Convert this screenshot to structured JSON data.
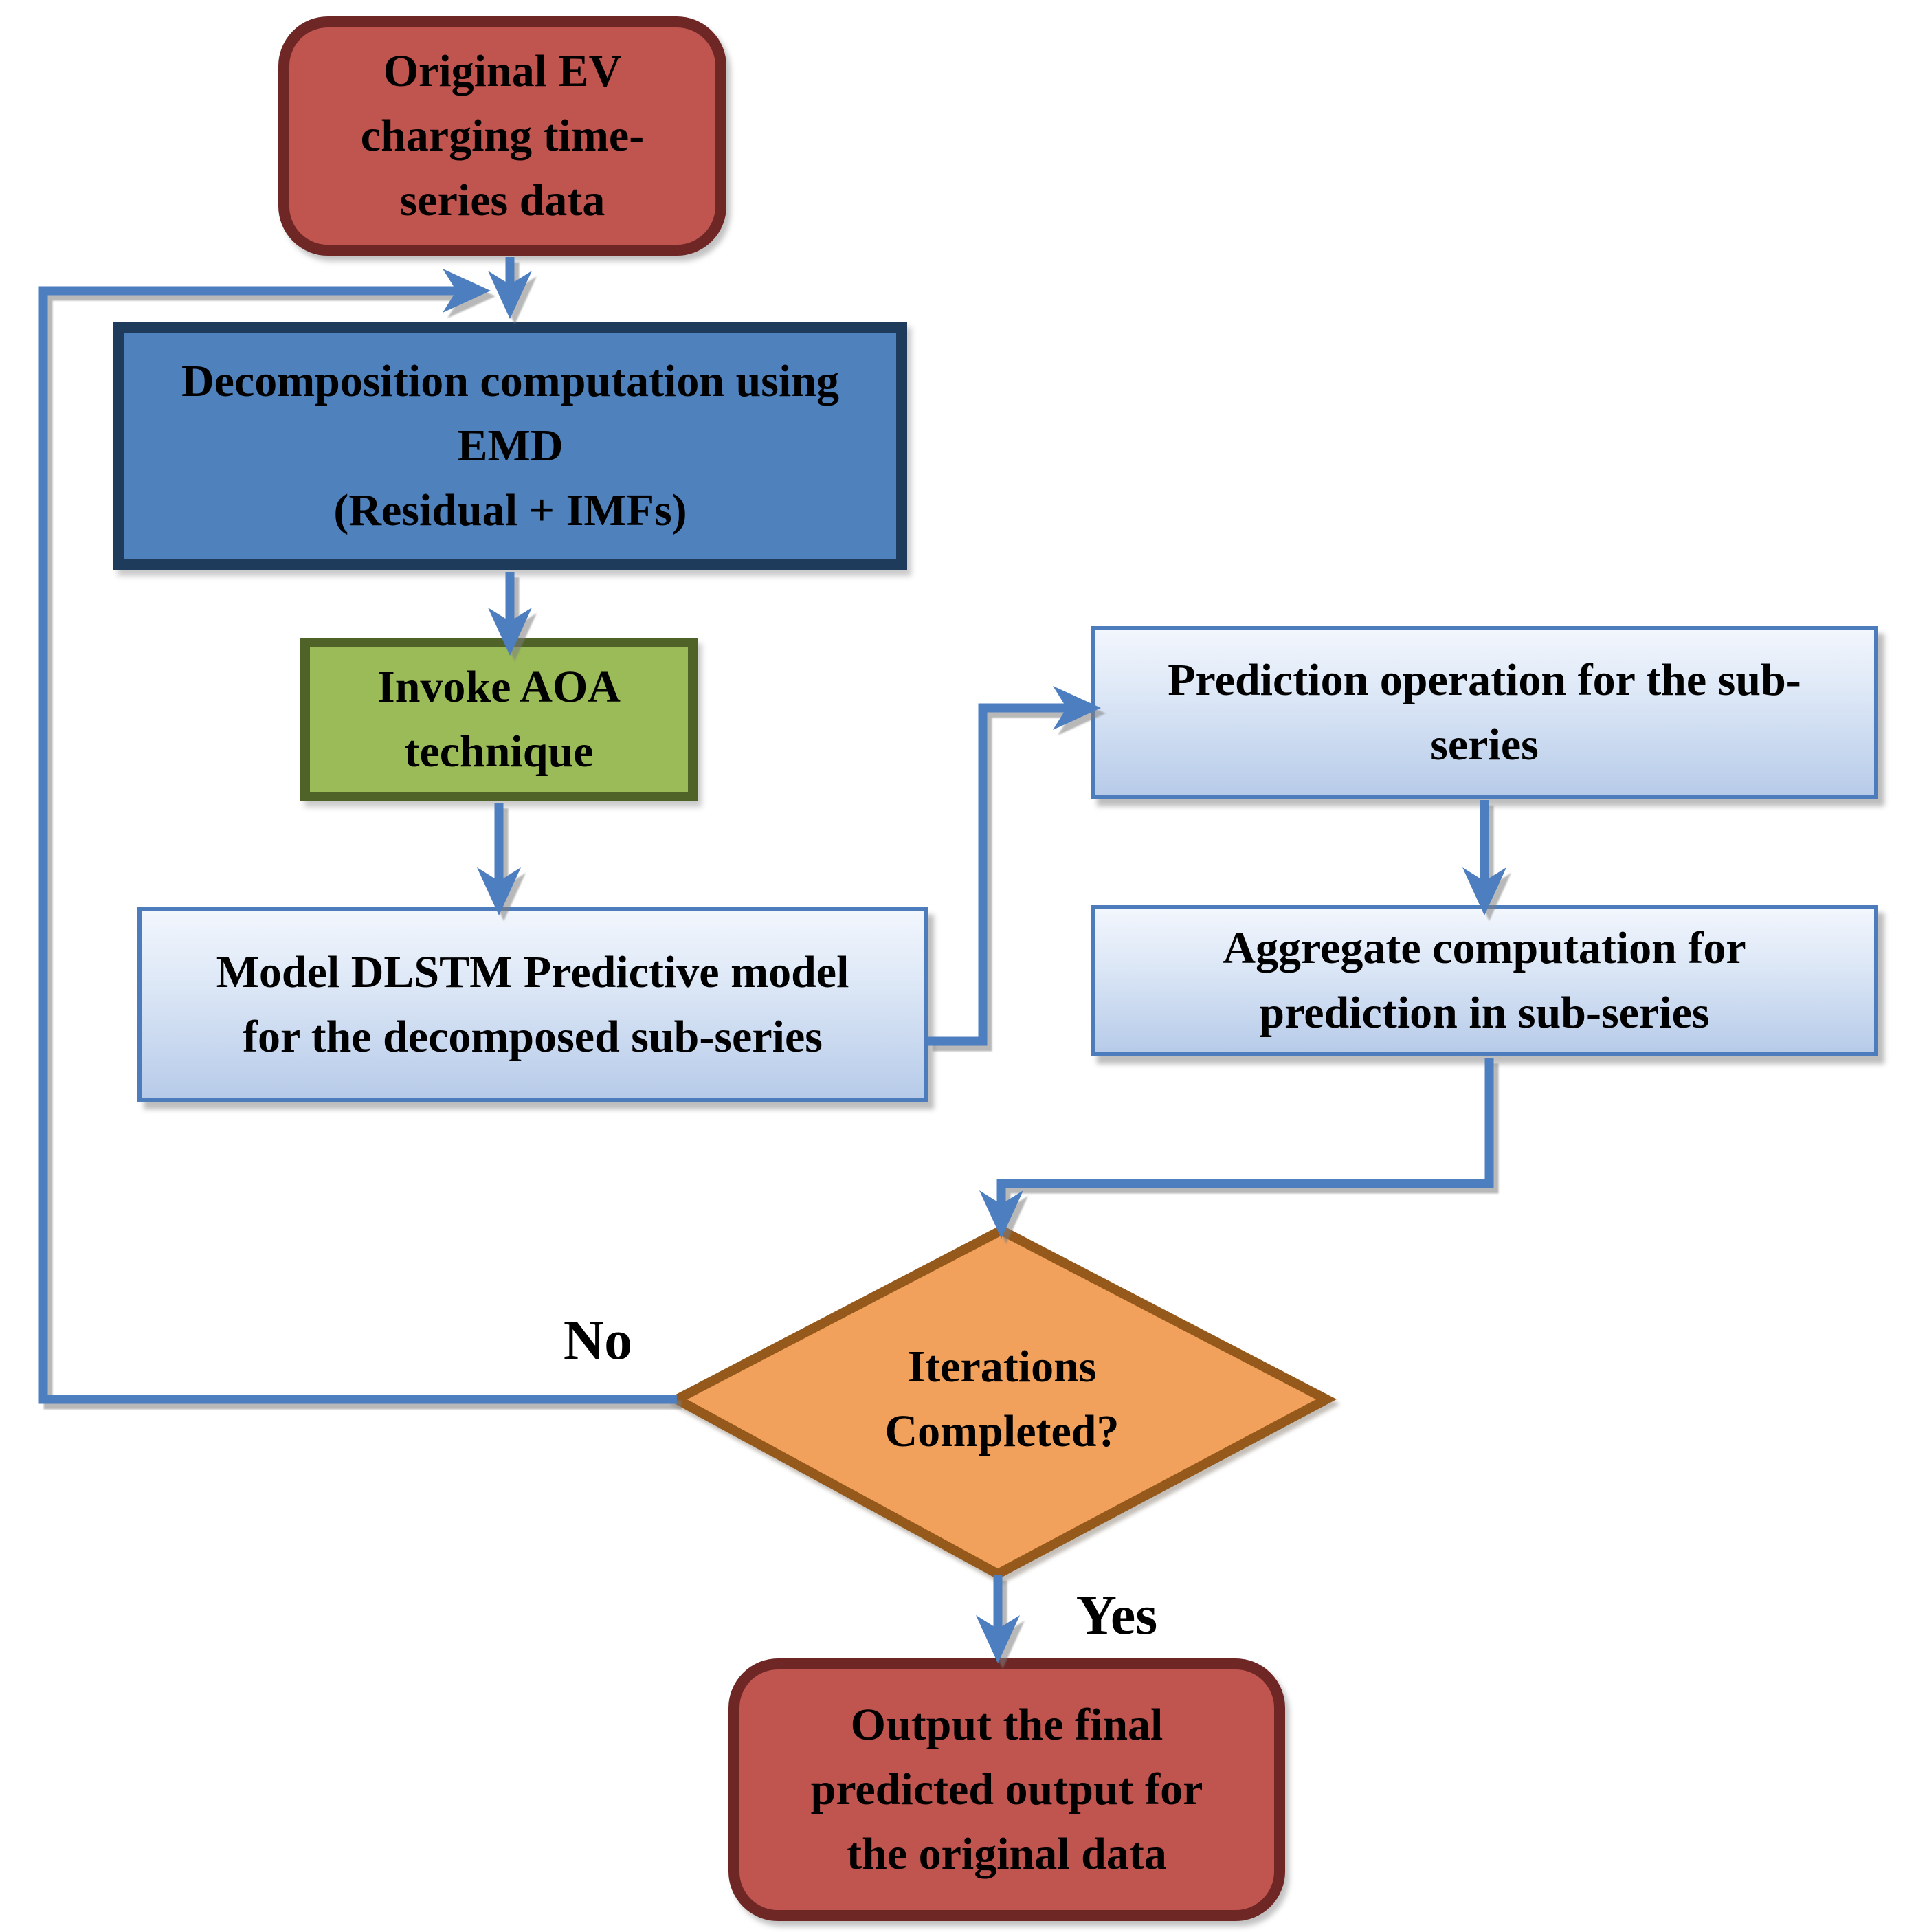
{
  "diagram": {
    "type": "flowchart",
    "background": "#FFFFFF",
    "arrow_color": "#4C7EC0",
    "nodes": {
      "start": {
        "shape": "rounded-rectangle",
        "label": "Original EV\ncharging time-\nseries data",
        "fill": "#C0544F",
        "border_color": "#6E2725",
        "text_color": "#000000"
      },
      "emd": {
        "shape": "rectangle",
        "label": "Decomposition computation using\nEMD\n(Residual + IMFs)",
        "fill": "#4F81BD",
        "border_color": "#1F3B5C",
        "text_color": "#000000"
      },
      "aoa": {
        "shape": "rectangle",
        "label": "Invoke AOA\ntechnique",
        "fill": "#9BBB59",
        "border_color": "#4F6228",
        "text_color": "#000000"
      },
      "dlstm": {
        "shape": "rectangle",
        "label": "Model DLSTM Predictive model\nfor the decomposed sub-series",
        "fill": "gradient(#F2F6FD → #B7CBE9)",
        "border_color": "#4C7CBB",
        "text_color": "#000000"
      },
      "predict": {
        "shape": "rectangle",
        "label": "Prediction operation for the sub-\nseries",
        "fill": "gradient(#F2F6FD → #B7CBE9)",
        "border_color": "#4C7CBB",
        "text_color": "#000000"
      },
      "aggregate": {
        "shape": "rectangle",
        "label": "Aggregate computation for\nprediction in sub-series",
        "fill": "gradient(#F2F6FD → #B7CBE9)",
        "border_color": "#4C7CBB",
        "text_color": "#000000"
      },
      "decision": {
        "shape": "diamond",
        "label": "Iterations\nCompleted?",
        "fill": "#F2A15C",
        "border_color": "#95591B",
        "text_color": "#000000"
      },
      "output": {
        "shape": "rounded-rectangle",
        "label": "Output the final\npredicted output for\nthe original data",
        "fill": "#C0544F",
        "border_color": "#6E2725",
        "text_color": "#000000"
      }
    },
    "edges": [
      {
        "from": "start",
        "to": "emd",
        "label": ""
      },
      {
        "from": "emd",
        "to": "aoa",
        "label": ""
      },
      {
        "from": "aoa",
        "to": "dlstm",
        "label": ""
      },
      {
        "from": "dlstm",
        "to": "predict",
        "label": ""
      },
      {
        "from": "predict",
        "to": "aggregate",
        "label": ""
      },
      {
        "from": "aggregate",
        "to": "decision",
        "label": ""
      },
      {
        "from": "decision",
        "to": "output",
        "label": "Yes"
      },
      {
        "from": "decision",
        "to": "emd",
        "label": "No"
      }
    ]
  }
}
